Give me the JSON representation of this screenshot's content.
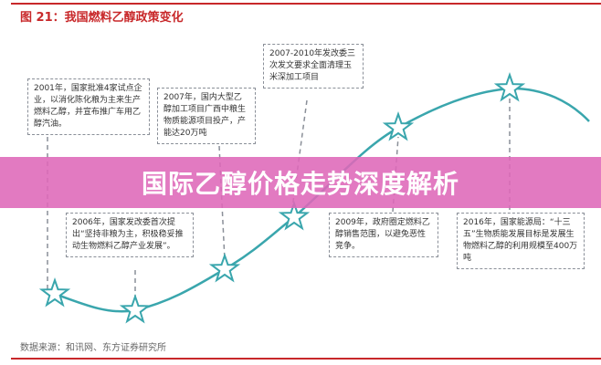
{
  "figure_title": "图 21：我国燃料乙醇政策变化",
  "source": "数据来源：和讯网、东方证券研究所",
  "banner": "国际乙醇价格走势深度解析",
  "colors": {
    "curve": "#3aa6ad",
    "title_red": "#c8282a",
    "banner": "#de68b8"
  },
  "events": [
    {
      "text": "2001年，国家批准4家试点企业，以消化陈化粮为主来生产燃料乙醇，并宣布推广车用乙醇汽油。"
    },
    {
      "text": "2006年，国家发改委首次提出“坚持非粮为主，积极稳妥推动生物燃料乙醇产业发展”。"
    },
    {
      "text": "2007年，国内大型乙醇加工项目广西中粮生物质能源项目投产，产能达20万吨"
    },
    {
      "text": "2007-2010年发改委三次发文要求全面清理玉米深加工项目"
    },
    {
      "text": "2009年，政府圈定燃料乙醇销售范围，以避免恶性竞争。"
    },
    {
      "text": "2016年，国家能源局：“十三五”生物质能发展目标是发展生物燃料乙醇的利用规模至400万吨"
    }
  ]
}
